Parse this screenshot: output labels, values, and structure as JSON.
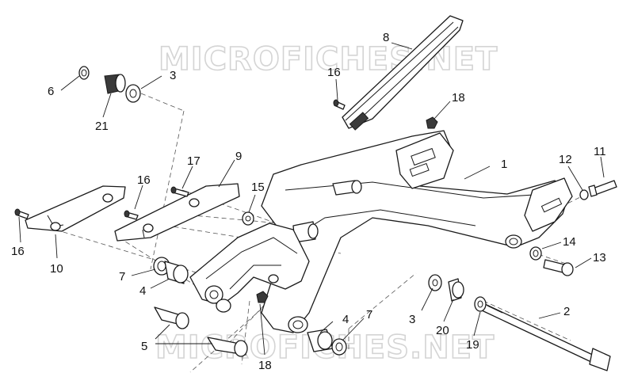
{
  "watermark": {
    "text_top": "MICROFICHES.NET",
    "text_bottom": "MICROFICHES.NET"
  },
  "callouts": [
    {
      "id": "c1",
      "text": "1"
    },
    {
      "id": "c2",
      "text": "2"
    },
    {
      "id": "c3a",
      "text": "3"
    },
    {
      "id": "c3b",
      "text": "3"
    },
    {
      "id": "c4a",
      "text": "4"
    },
    {
      "id": "c4b",
      "text": "4"
    },
    {
      "id": "c5",
      "text": "5"
    },
    {
      "id": "c6",
      "text": "6"
    },
    {
      "id": "c7a",
      "text": "7"
    },
    {
      "id": "c7b",
      "text": "7"
    },
    {
      "id": "c8",
      "text": "8"
    },
    {
      "id": "c9",
      "text": "9"
    },
    {
      "id": "c10",
      "text": "10"
    },
    {
      "id": "c11",
      "text": "11"
    },
    {
      "id": "c12",
      "text": "12"
    },
    {
      "id": "c13",
      "text": "13"
    },
    {
      "id": "c14",
      "text": "14"
    },
    {
      "id": "c15",
      "text": "15"
    },
    {
      "id": "c16a",
      "text": "16"
    },
    {
      "id": "c16b",
      "text": "16"
    },
    {
      "id": "c16c",
      "text": "16"
    },
    {
      "id": "c17",
      "text": "17"
    },
    {
      "id": "c18a",
      "text": "18"
    },
    {
      "id": "c18b",
      "text": "18"
    },
    {
      "id": "c19",
      "text": "19"
    },
    {
      "id": "c20",
      "text": "20"
    },
    {
      "id": "c21",
      "text": "21"
    }
  ]
}
